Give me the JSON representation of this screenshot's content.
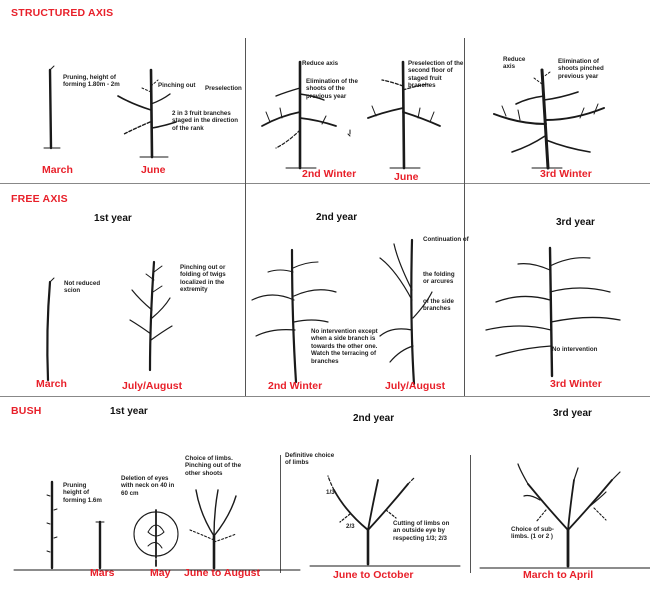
{
  "colors": {
    "accent": "#e8202a",
    "ink": "#1a1a1a"
  },
  "structured": {
    "title": "STRUCTURED AXIS",
    "labels": [
      "March",
      "June",
      "2nd Winter",
      "June",
      "3rd Winter"
    ],
    "notes": {
      "pruning": "Pruning, height of forming 1.80m - 2m",
      "pinching": "Pinching out",
      "preselection": "Preselection",
      "fruit_branches": "2 in 3 fruit branches staged in the direction of the rank",
      "reduce_axis": "Reduce axis",
      "elimination": "Elimination of the shoots of the previous year",
      "preselection_second": "Preselection of the second floor of staged fruit branches",
      "reduce_axis_3": "Reduce axis",
      "elimination_3": "Elimination of shoots pinched previous year"
    }
  },
  "free": {
    "title": "FREE AXIS",
    "years": [
      "1st year",
      "2nd year",
      "3rd year"
    ],
    "labels": [
      "March",
      "July/August",
      "2nd Winter",
      "July/August",
      "3rd Winter"
    ],
    "notes": {
      "not_reduced": "Not reduced scion",
      "pinching": "Pinching out or folding of twigs localized in the extremity",
      "no_intervention_except": "No intervention except when a side branch is towards the other one. Watch the terracing of branches",
      "continuation": "Continuation of",
      "folding": "the folding or arcures",
      "side_branches": "of the side branches",
      "no_intervention": "No intervention"
    }
  },
  "bush": {
    "title": "BUSH",
    "years": [
      "1st year",
      "2nd year",
      "3rd year"
    ],
    "labels": [
      "Mars",
      "May",
      "June to August",
      "June to October",
      "March to April"
    ],
    "notes": {
      "pruning": "Pruning height of forming 1.6m",
      "deletion": "Deletion of eyes with neck on 40 in 60 cm",
      "choice_limbs": "Choice of limbs. Pinching out of the other shoots",
      "definitive": "Definitive choice of limbs",
      "one_third": "1/3",
      "two_third": "2/3",
      "cutting": "Cutting of limbs on an outside eye by respecting 1/3; 2/3",
      "sub_limbs": "Choice of sub-limbs. (1 or 2 )"
    }
  }
}
